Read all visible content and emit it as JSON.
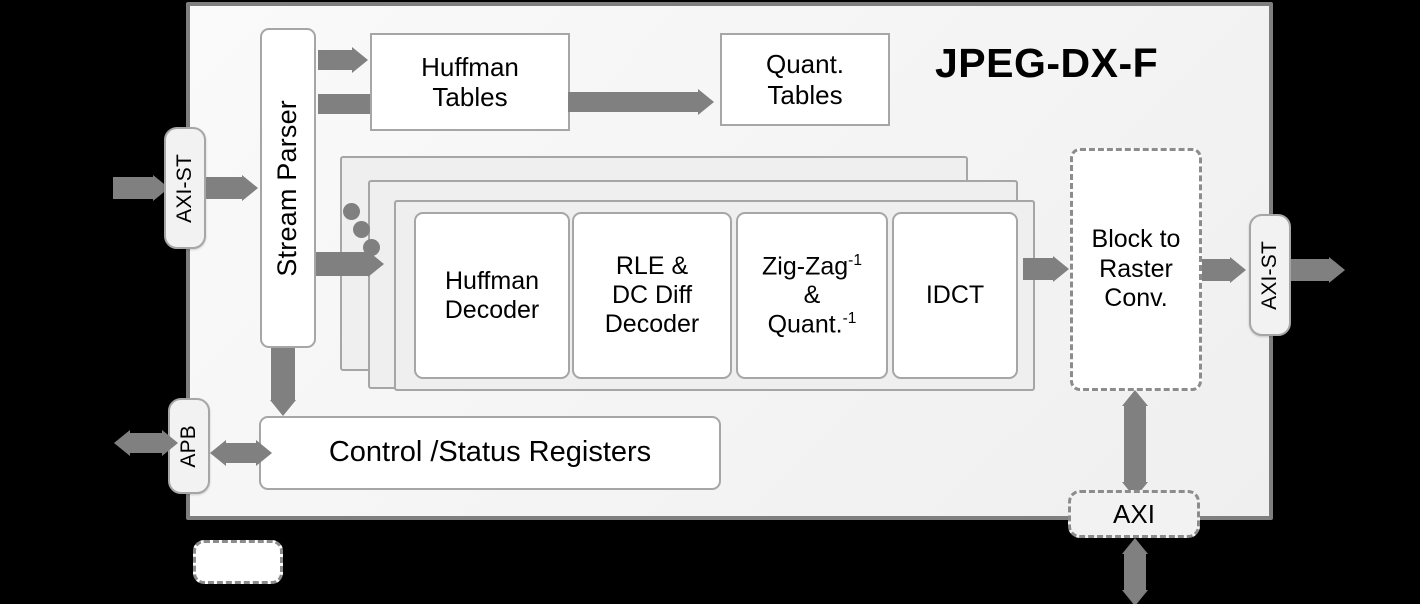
{
  "diagram": {
    "title": "JPEG-DX-F",
    "chip_label": "JPEG-DX-F",
    "colors": {
      "arrow": "#808080",
      "box_border": "#a6a6a6",
      "chip_border": "#7f7f7f",
      "chip_fill": "#f5f5f5",
      "box_fill": "#ffffff",
      "layer_fill": "#efefef",
      "port_fill": "#f2f2f2",
      "dashed_border": "#8c8c8c",
      "background": "#000000",
      "text": "#000000"
    },
    "ports": {
      "input_stream": "AXI-ST",
      "output_stream": "AXI-ST",
      "control": "APB",
      "memory": "AXI"
    },
    "blocks": {
      "stream_parser": "Stream Parser",
      "huffman_tables": "Huffman\nTables",
      "huffman_tables_line1": "Huffman",
      "huffman_tables_line2": "Tables",
      "quant_tables_line1": "Quant.",
      "quant_tables_line2": "Tables",
      "control_status_registers": "Control /Status Registers",
      "block_to_raster_line1": "Block to",
      "block_to_raster_line2": "Raster",
      "block_to_raster_line3": "Conv."
    },
    "pipeline": {
      "lane_count": 3,
      "stages": [
        {
          "id": "huffman-decoder",
          "line1": "Huffman",
          "line2": "Decoder",
          "line3": ""
        },
        {
          "id": "rle-dc-diff-decoder",
          "line1": "RLE  &",
          "line2": "DC Diff",
          "line3": "Decoder"
        },
        {
          "id": "zigzag-inv-quant",
          "line1": "Zig-Zag",
          "sup1": "-1",
          "line2": "&",
          "line3": "Quant.",
          "sup3": "-1"
        },
        {
          "id": "idct",
          "line1": "IDCT",
          "line2": "",
          "line3": ""
        }
      ],
      "repeat_indicator": "three-dots"
    },
    "legend": {
      "key_label": "",
      "key_style": "dashed-rounded-rect"
    }
  }
}
